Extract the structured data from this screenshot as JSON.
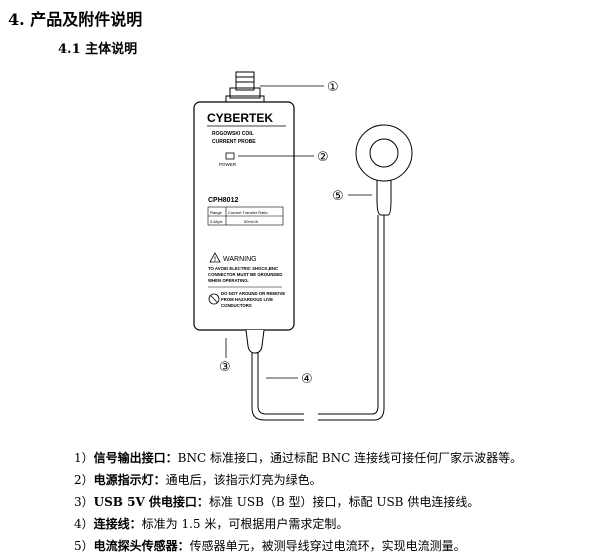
{
  "section": {
    "heading": "4. 产品及附件说明",
    "subheading": "4.1 主体说明"
  },
  "device": {
    "brand": "CYBERTEK",
    "product_line1": "ROGOWSKI  COIL",
    "product_line2": "CURRENT PROBE",
    "power_label": "POWER",
    "model": "CPH8012",
    "table_headers": [
      "Range",
      "Current Transfer Ratio"
    ],
    "table_row": [
      "0.6Apk",
      "50mV/A"
    ],
    "warning_title": "WARNING",
    "warning_text": [
      "TO AVOID ELECTRIC SHOCK,BNC",
      "CONNECTOR MUST BE GROUNDED",
      "WHEN OPERATING."
    ],
    "caution_text": [
      "DO NOT AROUND OR REMOVE",
      "FROM HAZARDOUS LIVE",
      "CONDUCTORS"
    ]
  },
  "callouts": [
    "①",
    "②",
    "③",
    "④",
    "⑤"
  ],
  "descriptions": [
    {
      "num": "1）",
      "term": "信号输出接口：",
      "text": "BNC 标准接口，通过标配 BNC 连接线可接任何厂家示波器等。"
    },
    {
      "num": "2）",
      "term": "电源指示灯：",
      "text": "通电后，该指示灯亮为绿色。"
    },
    {
      "num": "3）",
      "term": "USB 5V 供电接口：",
      "text": "标准 USB（B 型）接口，标配 USB 供电连接线。"
    },
    {
      "num": "4）",
      "term": "连接线：",
      "text": "标准为 1.5 米，可根据用户需求定制。"
    },
    {
      "num": "5）",
      "term": "电流探头传感器：",
      "text": "传感器单元，被测导线穿过电流环，实现电流测量。"
    }
  ]
}
